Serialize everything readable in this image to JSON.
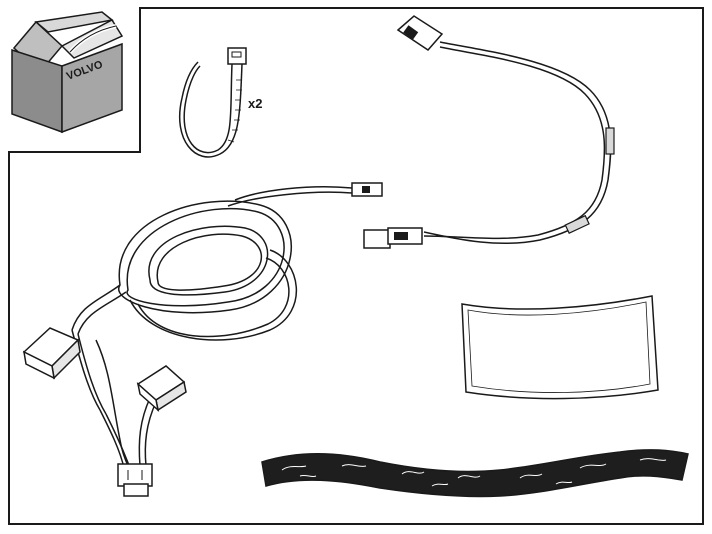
{
  "box": {
    "brand_label": "VOLVO"
  },
  "cable_ties": {
    "quantity_label": "x2"
  },
  "colors": {
    "line": "#1a1a1a",
    "box_side": "#8c8c8c",
    "box_front": "#a6a6a6",
    "box_lid": "#d9d9d9",
    "tape_fill": "#1e1e1e",
    "background": "#ffffff"
  },
  "parts": [
    {
      "name": "box-kit-icon"
    },
    {
      "name": "cable-tie-icon"
    },
    {
      "name": "long-wiring-harness"
    },
    {
      "name": "antenna-cable"
    },
    {
      "name": "adhesive-pad"
    },
    {
      "name": "foam-tape-strip"
    }
  ]
}
